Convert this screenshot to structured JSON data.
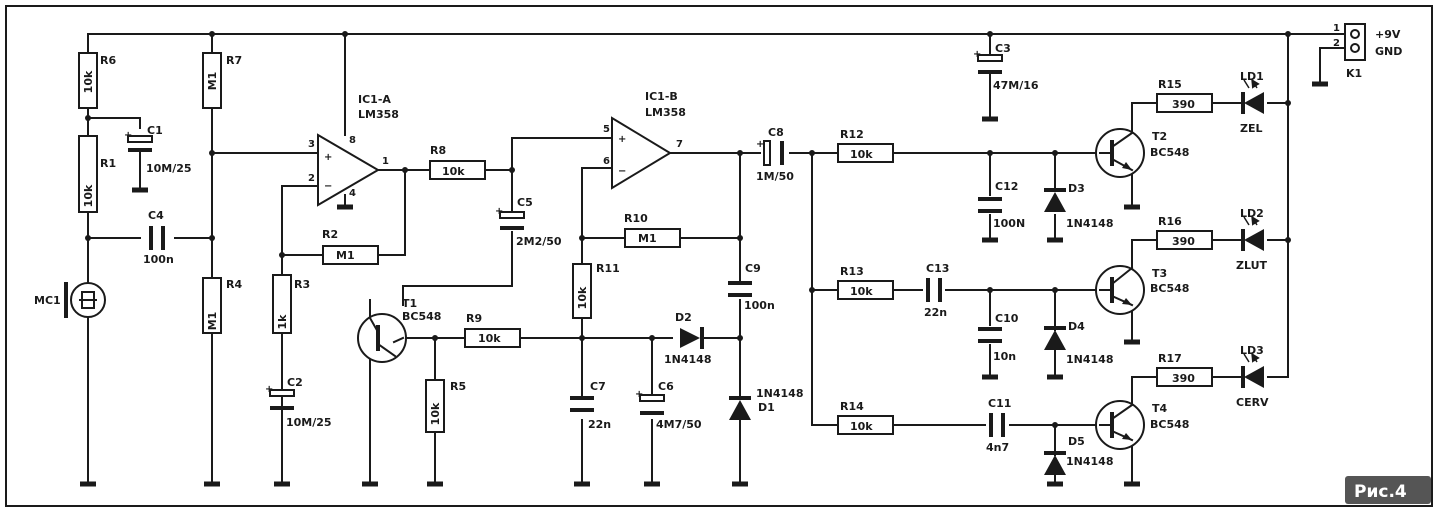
{
  "figure_label": "Рис.4",
  "connector": {
    "ref": "K1",
    "pin1": "1",
    "pin2": "2",
    "supply": "+9V",
    "ground": "GND"
  },
  "opamps": [
    {
      "ref": "IC1-A",
      "part": "LM358",
      "pins": [
        "3",
        "2",
        "1",
        "8",
        "4"
      ]
    },
    {
      "ref": "IC1-B",
      "part": "LM358",
      "pins": [
        "5",
        "6",
        "7"
      ]
    }
  ],
  "resistors": {
    "R1": "10k",
    "R2": "M1",
    "R3": "1k",
    "R4": "M1",
    "R5": "10k",
    "R6": "10k",
    "R7": "M1",
    "R8": "10k",
    "R9": "10k",
    "R10": "M1",
    "R11": "10k",
    "R12": "10k",
    "R13": "10k",
    "R14": "10k",
    "R15": "390",
    "R16": "390",
    "R17": "390"
  },
  "capacitors": {
    "C1": "10M/25",
    "C2": "10M/25",
    "C3": "47M/16",
    "C4": "100n",
    "C5": "2M2/50",
    "C6": "4M7/50",
    "C7": "22n",
    "C8": "1M/50",
    "C9": "100n",
    "C10": "10n",
    "C11": "4n7",
    "C12": "100N",
    "C13": "22n"
  },
  "diodes": {
    "D1": "1N4148",
    "D2": "1N4148",
    "D3": "1N4148",
    "D4": "1N4148",
    "D5": "1N4148"
  },
  "transistors": {
    "T1": "BC548",
    "T2": "BC548",
    "T3": "BC548",
    "T4": "BC548"
  },
  "leds": {
    "LD1": "ZEL",
    "LD2": "ZLUT",
    "LD3": "CERV"
  },
  "microphone": "MC1"
}
